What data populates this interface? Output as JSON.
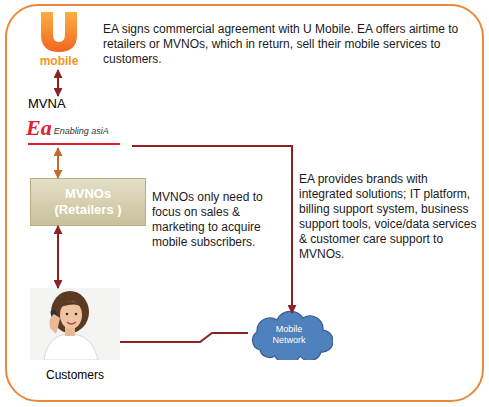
{
  "diagram": {
    "nodes": [
      {
        "text": [
          "mobile"
        ]
      },
      {
        "text": [
          "MVNA",
          "Ea",
          "Enabling asiA"
        ]
      },
      {
        "text": [
          "MVNOs (Retailers )"
        ]
      },
      {
        "text": [
          "Customers"
        ]
      },
      {
        "text": [
          "Mobile Network"
        ]
      }
    ],
    "edges": [
      {
        "from": 0,
        "to": 1,
        "arrow": "both"
      },
      {
        "from": 1,
        "to": 2,
        "arrow": "both"
      },
      {
        "from": 2,
        "to": 3,
        "arrow": "both"
      },
      {
        "from": 1,
        "to": 4,
        "arrow": "to"
      },
      {
        "from": 3,
        "to": 4,
        "arrow": "none"
      }
    ],
    "labels": [
      "EA signs commercial agreement with U Mobile. EA offers airtime to retailers or MVNOs, which in return, sell their mobile services to customers.",
      "MVNOs only need to focus on sales & marketing to acquire mobile subscribers.",
      "EA provides brands with integrated solutions; IT platform, billing support system, business support tools, voice/data services & customer care support to MVNOs."
    ]
  }
}
